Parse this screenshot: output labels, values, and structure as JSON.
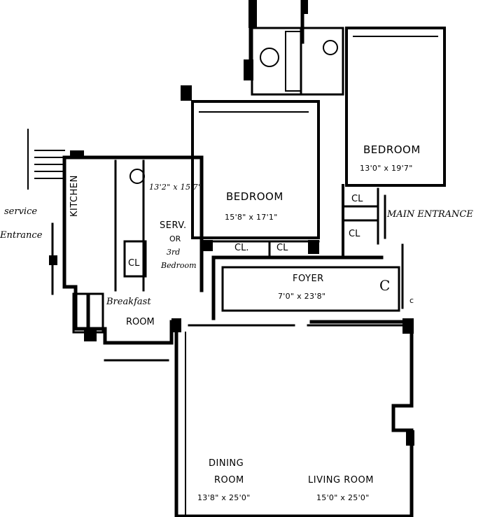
{
  "rooms": {
    "bedroom_right": {
      "name": "BEDROOM",
      "dims": "13'0\" x 19'7\""
    },
    "bedroom_center": {
      "name": "BEDROOM",
      "dims": "15'8\" x 17'1\""
    },
    "kitchen": {
      "name": "KITCHEN"
    },
    "serv": {
      "dims": "13'2\" x 15'7\"",
      "line1": "SERV.",
      "line2": "OR",
      "line3": "3rd",
      "line4": "Bedroom"
    },
    "cl_serv": {
      "name": "CL"
    },
    "cl_left": {
      "name": "CL."
    },
    "cl_mid": {
      "name": "CL"
    },
    "cl_hall_upper": {
      "name": "CL"
    },
    "cl_hall_lower": {
      "name": "CL"
    },
    "foyer": {
      "name": "FOYER",
      "dims": "7'0\" x 23'8\""
    },
    "breakfast": {
      "line1": "Breakfast",
      "line2": "ROOM"
    },
    "dining": {
      "line1": "DINING",
      "line2": "ROOM",
      "dims": "13'8\" x 25'0\""
    },
    "living": {
      "name": "LIVING ROOM",
      "dims": "15'0\" x 25'0\""
    }
  },
  "entrances": {
    "service_line1": "service",
    "service_line2": "Entrance",
    "main": "MAIN ENTRANCE"
  },
  "marks": {
    "c_large": "C",
    "c_small": "c"
  }
}
